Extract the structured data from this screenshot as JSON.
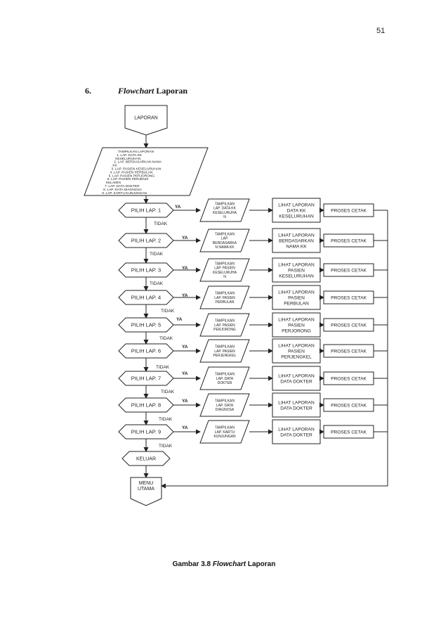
{
  "page_number": "51",
  "heading": {
    "number": "6.",
    "title_italic": "Flowchart",
    "title_rest": " Laporan"
  },
  "caption": {
    "prefix": "Gambar 3.8 ",
    "italic": "Flowchart",
    "rest": " Laporan"
  },
  "start": {
    "label": "LAPORAN"
  },
  "menu_input": {
    "lines": [
      "TAMPILKAN LAPORAN",
      "1. LAP. DATA KK",
      "KESELURUHAN",
      "2. LAP. BERDASARKAN NAMA",
      "KK",
      "3. LAP. PASIEN KESELURUHAN",
      "4. LAP. PASIEN PERBULAN",
      "5. LAP. PASIEN PERJORONG",
      "6. LAP. PASIEN PERJENIS",
      "KELAMIN",
      "7. LAP. DATA DOKTER",
      "8. LAP. DATA DIAGNOSA",
      "9. LAP. KARTU KUNJUNGAN"
    ]
  },
  "yes_label": "YA",
  "no_label": "TIDAK",
  "rows": [
    {
      "decision": "PILIH LAP. 1",
      "output": [
        "TAMPILKAN",
        "LAP. DATA KK",
        "KESELURUHA",
        "N"
      ],
      "view": [
        "LIHAT LAPORAN",
        "DATA KK",
        "KESELURUHAN"
      ],
      "print": "PROSES CETAK"
    },
    {
      "decision": "PILIH LAP. 2",
      "output": [
        "TAMPILKAN",
        "LAP.",
        "BERDASARKA",
        "N NAMA KK"
      ],
      "view": [
        "LIHAT LAPORAN",
        "BERDASARKAN",
        "NAMA  KK"
      ],
      "print": "PROSES CETAK"
    },
    {
      "decision": "PILIH LAP. 3",
      "output": [
        "TAMPILKAN",
        "LAP. PASIEN",
        "KESELURUHA",
        "N"
      ],
      "view": [
        "LIHAT LAPORAN",
        "PASIEN",
        "KESELURUHAN"
      ],
      "print": "PROSES CETAK"
    },
    {
      "decision": "PILIH LAP. 4",
      "output": [
        "TAMPILKAN",
        "LAP. PASIEN",
        "PERBULAN"
      ],
      "view": [
        "LIHAT LAPORAN",
        "PASIEN",
        "PERBULAN"
      ],
      "print": "PROSES CETAK"
    },
    {
      "decision": "PILIH LAP. 5",
      "output": [
        "TAMPILKAN",
        "LAP. PASIEN",
        "PERJORONG"
      ],
      "view": [
        "LIHAT LAPORAN",
        "PASIEN",
        "PERJORONG"
      ],
      "print": "PROSES CETAK"
    },
    {
      "decision": "PILIH LAP. 6",
      "output": [
        "TAMPILKAN",
        "LAP. PASIEN",
        "PERJENGKEL"
      ],
      "view": [
        "LIHAT LAPORAN",
        "PASIEN",
        "PERJENGKEL"
      ],
      "print": "PROSES CETAK"
    },
    {
      "decision": "PILIH LAP. 7",
      "output": [
        "TAMPILKAN",
        "LAP. DATA",
        "DOKTER"
      ],
      "view": [
        "LIHAT LAPORAN",
        "DATA DOKTER"
      ],
      "print": "PROSES CETAK"
    },
    {
      "decision": "PILIH LAP. 8",
      "output": [
        "TAMPILKAN",
        "LAP. DATA",
        "DIAGNOSA"
      ],
      "view": [
        "LIHAT LAPORAN",
        "DATA DOKTER"
      ],
      "print": "PROSES CETAK"
    },
    {
      "decision": "PILIH LAP. 9",
      "output": [
        "TAMPILKAN",
        "LAP. KARTU",
        "KUNJUNGAN"
      ],
      "view": [
        "LIHAT LAPORAN",
        "DATA DOKTER"
      ],
      "print": "PROSES CETAK"
    }
  ],
  "exit": {
    "label": "KELUAR"
  },
  "menu_return": {
    "lines": [
      "MENU",
      "UTAMA"
    ]
  }
}
